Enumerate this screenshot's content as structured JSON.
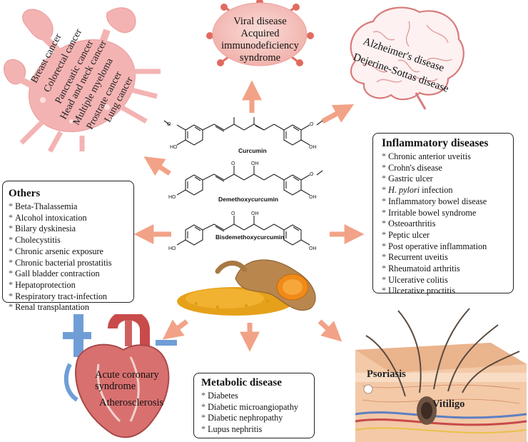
{
  "viral": {
    "title": "Viral disease",
    "line1": "Acquired immunodeficiency",
    "line2": "syndrome"
  },
  "brain": {
    "items": [
      "Alzheimer's disease",
      "Dejerine-Sottas disease"
    ]
  },
  "cancer": {
    "items": [
      "Breast cancer",
      "Colorectal cancer",
      "Pancreatic cancer",
      "Head and neck cancer",
      "Multiple myeloma",
      "Prostrate cancer",
      "Lung cancer"
    ]
  },
  "molecules": {
    "names": [
      "Curcumin",
      "Demethoxycurcumin",
      "Bisdemethoxycurcumin"
    ],
    "atoms": {
      "oh": "OH",
      "ho": "HO",
      "o": "O"
    }
  },
  "inflammatory": {
    "title": "Inflammatory diseases",
    "items": [
      "Chronic anterior uveitis",
      "Crohn's disease",
      "Gastric ulcer",
      "H. pylori",
      "Inflammatory bowel disease",
      "Irritable bowel syndrome",
      "Osteoarthritis",
      "Peptic ulcer",
      "Post operative inflammation",
      "Recurrent uveitis",
      "Rheumatoid arthritis",
      "Ulcerative colitis",
      "Ulcerative proctitis"
    ],
    "hpylori_suffix": " infection"
  },
  "others": {
    "title": "Others",
    "items": [
      "Beta-Thalassemia",
      "Alcohol intoxication",
      "Bilary dyskinesia",
      "Cholecystitis",
      "Chronic arsenic exposure",
      "Chronic bacterial prostatitis",
      "Gall bladder contraction",
      "Hepatoprotection",
      "Respiratory tract-infection",
      "Renal transplantation"
    ]
  },
  "metabolic": {
    "title": "Metabolic disease",
    "items": [
      "Diabetes",
      "Diabetic microangiopathy",
      "Diabetic nephropathy",
      "Lupus nephritis"
    ]
  },
  "heart": {
    "label1": "Acute coronary",
    "label2": "syndrome",
    "label3": "Atherosclerosis"
  },
  "skin": {
    "label1": "Psoriasis",
    "label2": "Vitiligo"
  },
  "bullet": "*",
  "colors": {
    "arrow": "#f2a287",
    "crab": "#f4b3b3",
    "brain_stroke": "#d97a7a",
    "virus": "#e26b5f",
    "turmeric": "#e89a1a"
  }
}
